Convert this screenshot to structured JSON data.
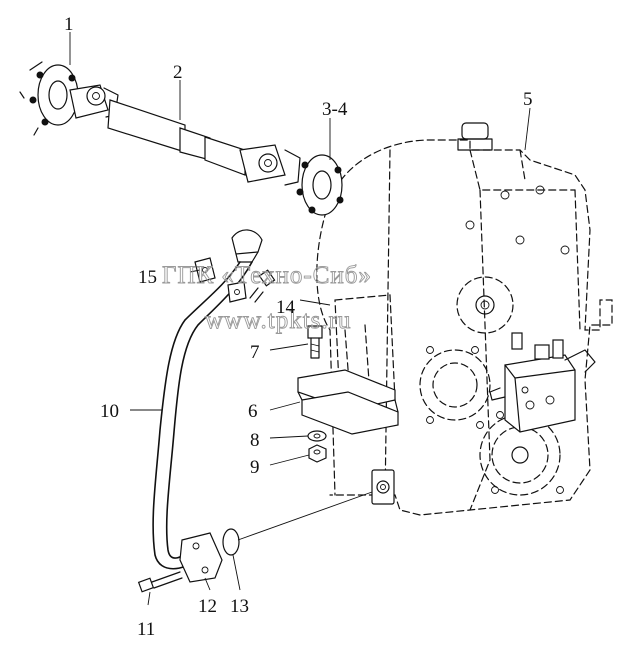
{
  "watermark": {
    "line1": "ГПК «Техно-Сиб»",
    "line2": "www.tpkts.ru"
  },
  "callouts": {
    "c1": "1",
    "c2": "2",
    "c3": "3-4",
    "c5": "5",
    "c6": "6",
    "c7": "7",
    "c8": "8",
    "c9": "9",
    "c10": "10",
    "c11": "11",
    "c12": "12",
    "c13": "13",
    "c14": "14",
    "c15": "15"
  }
}
